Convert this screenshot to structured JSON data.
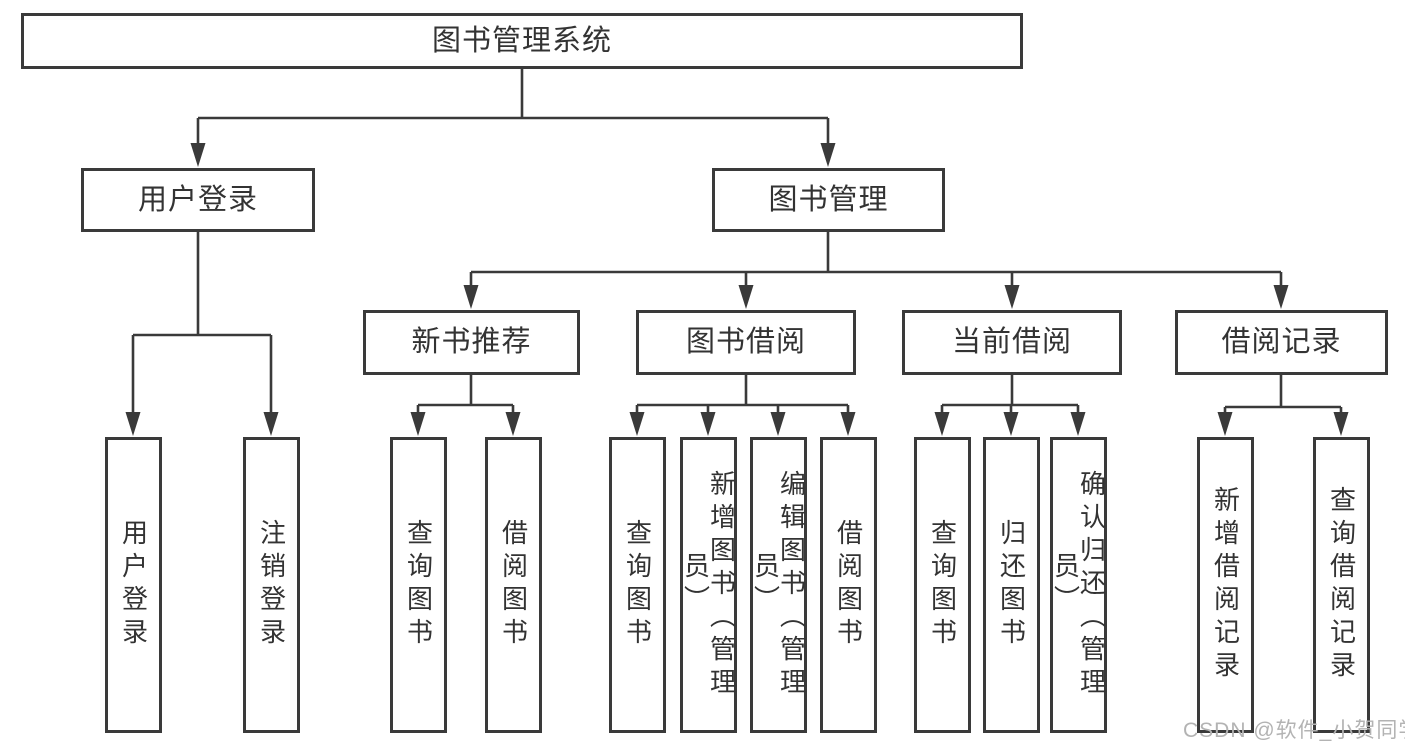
{
  "diagram": {
    "title": "图书管理系统",
    "tree": {
      "root": {
        "label": "图书管理系统",
        "children": [
          {
            "label": "用户登录",
            "children": [
              {
                "label": "用户登录"
              },
              {
                "label": "注销登录"
              }
            ]
          },
          {
            "label": "图书管理",
            "children": [
              {
                "label": "新书推荐",
                "children": [
                  {
                    "label": "查询图书"
                  },
                  {
                    "label": "借阅图书"
                  }
                ]
              },
              {
                "label": "图书借阅",
                "children": [
                  {
                    "label": "查询图书"
                  },
                  {
                    "label": "新增图书（管理员）"
                  },
                  {
                    "label": "编辑图书（管理员）"
                  },
                  {
                    "label": "借阅图书"
                  }
                ]
              },
              {
                "label": "当前借阅",
                "children": [
                  {
                    "label": "查询图书"
                  },
                  {
                    "label": "归还图书"
                  },
                  {
                    "label": "确认归还（管理员）"
                  }
                ]
              },
              {
                "label": "借阅记录",
                "children": [
                  {
                    "label": "新增借阅记录"
                  },
                  {
                    "label": "查询借阅记录"
                  }
                ]
              }
            ]
          }
        ]
      }
    },
    "colors": {
      "line": "#3a3a3a",
      "text": "#333333",
      "background": "#ffffff",
      "watermark": "#b3b3b3"
    }
  },
  "watermark": {
    "text": "CSDN @软件_小贺同学"
  }
}
